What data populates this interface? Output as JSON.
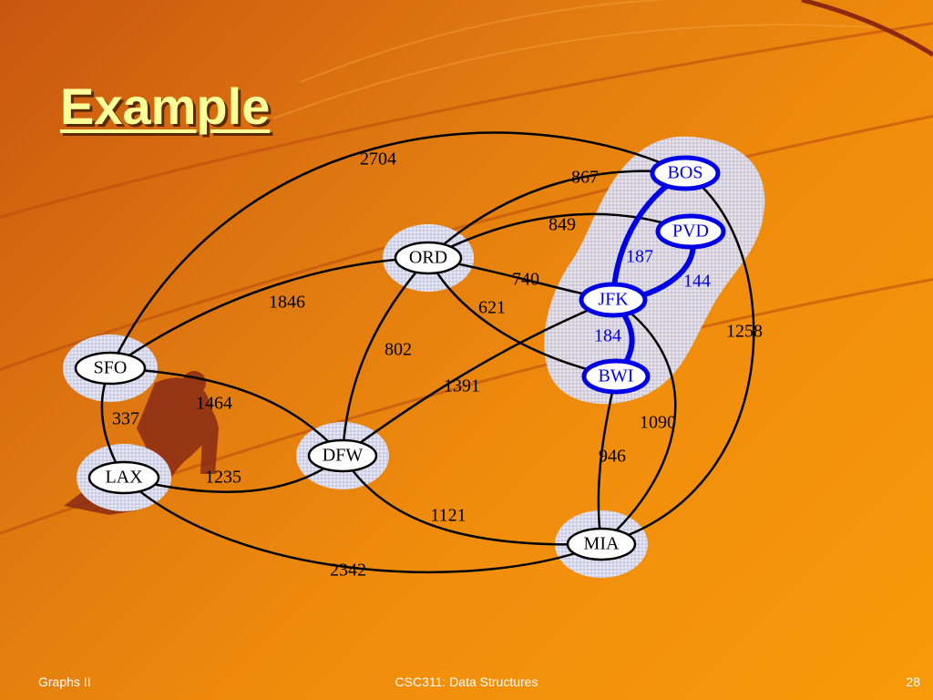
{
  "slide": {
    "title": "Example",
    "footer_left": "Graphs II",
    "footer_center": "CSC311: Data Structures",
    "footer_right": "28"
  },
  "colors": {
    "highlight": "#0000e6",
    "normal": "#000000",
    "node_fill": "#ffffff",
    "halo": "#dcdcf0",
    "region": "#e4e8ff",
    "title": "#ffff99"
  },
  "graph": {
    "nodes": [
      {
        "id": "BOS",
        "label": "BOS",
        "highlight": true
      },
      {
        "id": "PVD",
        "label": "PVD",
        "highlight": true
      },
      {
        "id": "JFK",
        "label": "JFK",
        "highlight": true
      },
      {
        "id": "BWI",
        "label": "BWI",
        "highlight": true
      },
      {
        "id": "ORD",
        "label": "ORD",
        "highlight": false
      },
      {
        "id": "SFO",
        "label": "SFO",
        "highlight": false
      },
      {
        "id": "LAX",
        "label": "LAX",
        "highlight": false
      },
      {
        "id": "DFW",
        "label": "DFW",
        "highlight": false
      },
      {
        "id": "MIA",
        "label": "MIA",
        "highlight": false
      }
    ],
    "edges": [
      {
        "from": "SFO",
        "to": "BOS",
        "weight": "2704",
        "highlight": false
      },
      {
        "from": "ORD",
        "to": "BOS",
        "weight": "867",
        "highlight": false
      },
      {
        "from": "ORD",
        "to": "PVD",
        "weight": "849",
        "highlight": false
      },
      {
        "from": "ORD",
        "to": "JFK",
        "weight": "740",
        "highlight": false
      },
      {
        "from": "ORD",
        "to": "BWI",
        "weight": "621",
        "highlight": false
      },
      {
        "from": "SFO",
        "to": "ORD",
        "weight": "1846",
        "highlight": false
      },
      {
        "from": "ORD",
        "to": "DFW",
        "weight": "802",
        "highlight": false
      },
      {
        "from": "DFW",
        "to": "JFK",
        "weight": "1391",
        "highlight": false
      },
      {
        "from": "SFO",
        "to": "DFW",
        "weight": "1464",
        "highlight": false
      },
      {
        "from": "SFO",
        "to": "LAX",
        "weight": "337",
        "highlight": false
      },
      {
        "from": "LAX",
        "to": "DFW",
        "weight": "1235",
        "highlight": false
      },
      {
        "from": "LAX",
        "to": "MIA",
        "weight": "2342",
        "highlight": false
      },
      {
        "from": "DFW",
        "to": "MIA",
        "weight": "1121",
        "highlight": false
      },
      {
        "from": "BWI",
        "to": "MIA",
        "weight": "946",
        "highlight": false
      },
      {
        "from": "JFK",
        "to": "MIA",
        "weight": "1090",
        "highlight": false
      },
      {
        "from": "BOS",
        "to": "MIA",
        "weight": "1258",
        "highlight": false
      },
      {
        "from": "BOS",
        "to": "JFK",
        "weight": "187",
        "highlight": true
      },
      {
        "from": "PVD",
        "to": "JFK",
        "weight": "144",
        "highlight": true
      },
      {
        "from": "JFK",
        "to": "BWI",
        "weight": "184",
        "highlight": true
      }
    ]
  }
}
